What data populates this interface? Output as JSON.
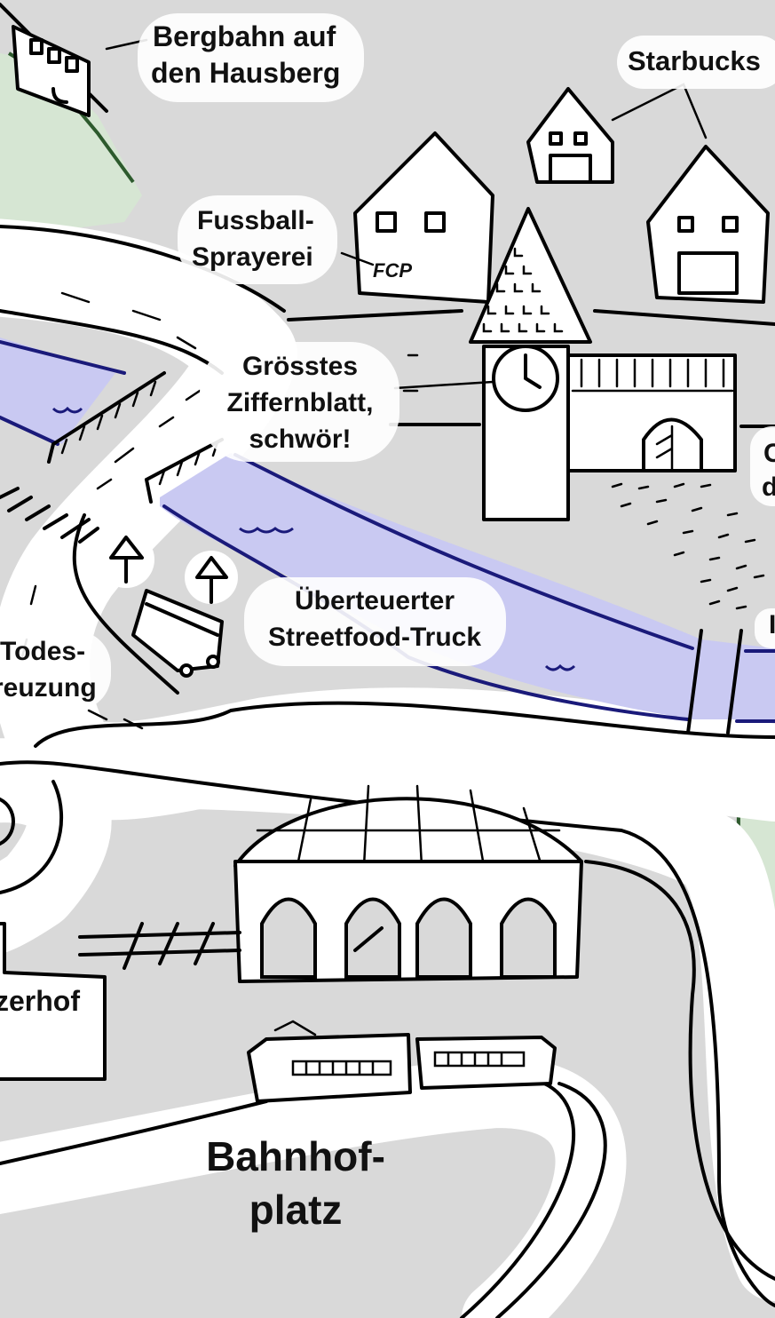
{
  "labels": {
    "bergbahn": [
      "Bergbahn auf",
      "den Hausberg"
    ],
    "starbucks": "Starbucks",
    "fussball": [
      "Fussball-",
      "Sprayerei"
    ],
    "graffiti": "FCP",
    "ziffernblatt": [
      "Grösstes",
      "Ziffernblatt,",
      "schwör!"
    ],
    "streetfood": [
      "Überteuerter",
      "Streetfood-Truck"
    ],
    "todes": [
      "Todes-",
      "reuzung"
    ],
    "zerhof": "zerhof",
    "bahnhofplatz": [
      "Bahnhof-",
      "platz"
    ],
    "edge_fragments": [
      "C",
      "d",
      "I"
    ]
  },
  "colors": {
    "ground": "#d9d9d9",
    "river": "#c9c9f2",
    "river_edge": "#1a1a7a",
    "park": "#d6e6d3",
    "park_edge": "#2d5a2d"
  }
}
